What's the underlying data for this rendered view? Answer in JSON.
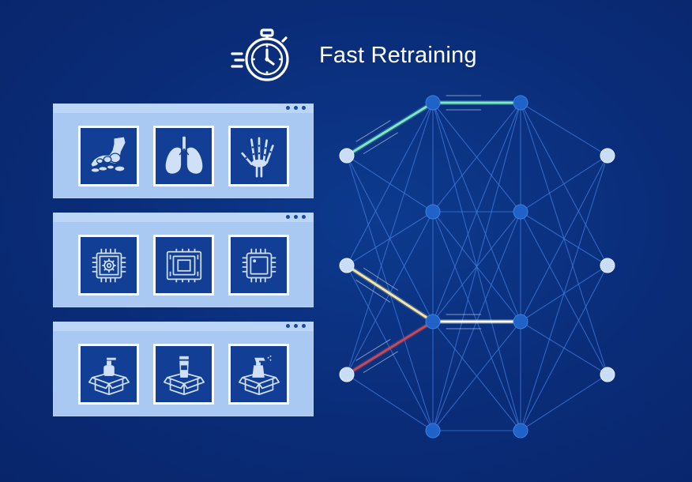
{
  "header": {
    "title": "Fast Retraining",
    "icon": "stopwatch-icon"
  },
  "panels": [
    {
      "name": "medical-panel",
      "icons": [
        "foot-bone-icon",
        "lungs-icon",
        "hand-xray-icon"
      ]
    },
    {
      "name": "chip-panel",
      "icons": [
        "gear-chip-icon",
        "processor-chip-icon",
        "microchip-icon"
      ]
    },
    {
      "name": "packaging-panel",
      "icons": [
        "pump-bottle-box-icon",
        "tube-box-icon",
        "spray-bottle-box-icon"
      ]
    }
  ],
  "colors": {
    "background": "#0b2e7a",
    "panel": "#a9c8f2",
    "tile": "#123f95",
    "node_input": "#c9ddf7",
    "node_hidden": "#1f63c9",
    "edge": "#3f79d9",
    "highlight_green": "#7be8c4",
    "highlight_yellow": "#f3e6a6",
    "highlight_red": "#c24b5a"
  },
  "network": {
    "layers": [
      3,
      4,
      4,
      3
    ],
    "highlighted_paths": [
      {
        "from": [
          0,
          0
        ],
        "to": [
          1,
          0
        ],
        "color": "green"
      },
      {
        "from": [
          1,
          0
        ],
        "to": [
          2,
          0
        ],
        "color": "green"
      },
      {
        "from": [
          0,
          1
        ],
        "to": [
          1,
          2
        ],
        "color": "yellow"
      },
      {
        "from": [
          0,
          2
        ],
        "to": [
          1,
          2
        ],
        "color": "red"
      },
      {
        "from": [
          1,
          2
        ],
        "to": [
          2,
          2
        ],
        "color": "white"
      }
    ]
  }
}
